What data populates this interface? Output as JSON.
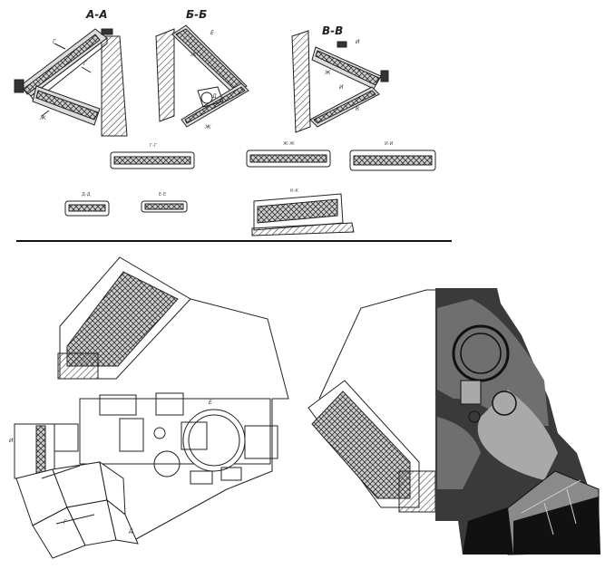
{
  "sections": {
    "aa": "А-А",
    "bb": "Б-Б",
    "vv": "В-В"
  },
  "details": {
    "gg": "Г-Г",
    "zhzh": "Ж-Ж",
    "ii": "И-И",
    "dd": "Д-Д",
    "ee": "Е-Е",
    "kk": "К-К"
  },
  "arrows": {
    "g": "Г",
    "d": "Д",
    "e": "Е",
    "zh": "Ж",
    "i": "И",
    "k": "К"
  },
  "colors": {
    "line": "#222222",
    "hatch": "#444444",
    "camo_dark": "#3a3a3a",
    "camo_mid": "#6f6f6f",
    "camo_light": "#a9a9a9",
    "black": "#111111"
  }
}
